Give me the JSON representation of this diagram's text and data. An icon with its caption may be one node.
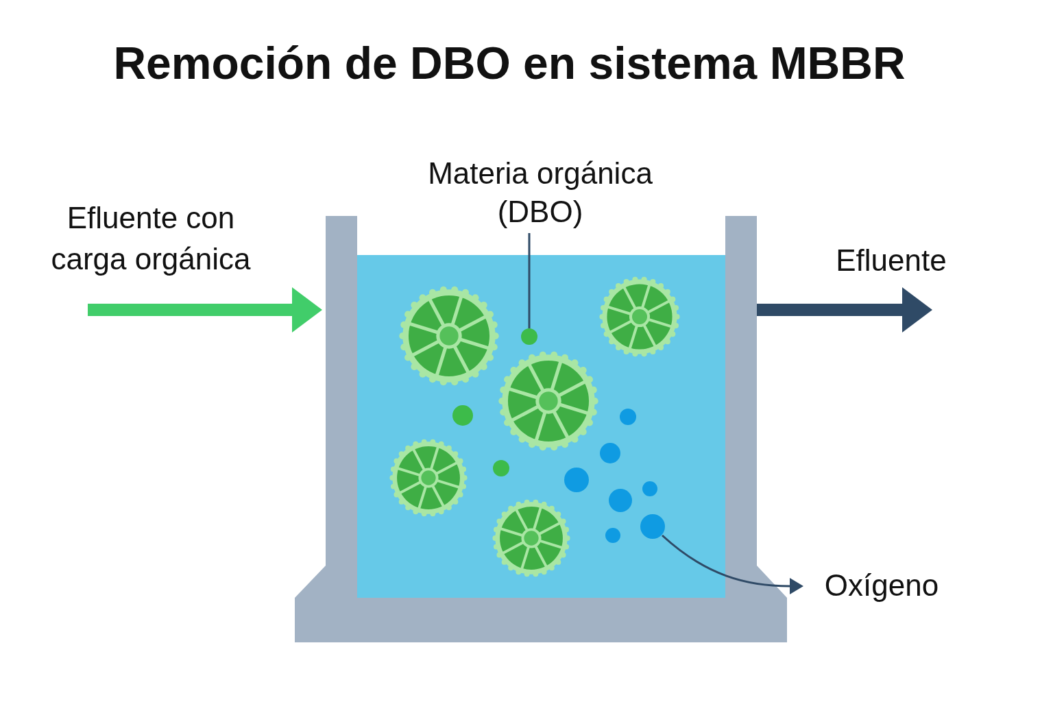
{
  "diagram": {
    "title": "Remoción de DBO en sistema MBBR",
    "nodes": [
      {
        "text": [],
        "shape": "picture"
      },
      {
        "text": [
          "Materia orgánica (DBO)"
        ]
      },
      {
        "text": [],
        "shape": "circle",
        "in": 0
      },
      {
        "text": [],
        "shape": "circle",
        "in": 0
      },
      {
        "text": [
          "Oxígeno"
        ]
      }
    ],
    "edges": [
      {
        "from": null,
        "to": 0,
        "arrow": "to",
        "label": "Efluente con carga orgánica",
        "style": "thick",
        "color": "#41cd6a"
      },
      {
        "from": 0,
        "to": null,
        "arrow": "to",
        "label": "Efluente",
        "style": "thick"
      },
      {
        "from": 1,
        "to": 2,
        "arrow": "none"
      },
      {
        "from": 3,
        "to": 4,
        "arrow": "to"
      }
    ]
  }
}
